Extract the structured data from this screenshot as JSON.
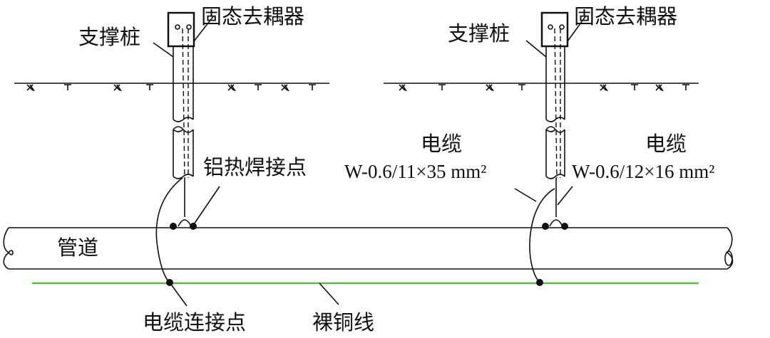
{
  "labels": {
    "left": {
      "support_pile": "支撑桩",
      "decoupler": "固态去耦器",
      "thermite_weld": "铝热焊接点",
      "pipeline": "管道",
      "cable_connection": "电缆连接点",
      "bare_copper": "裸铜线"
    },
    "right": {
      "support_pile": "支撑桩",
      "decoupler": "固态去耦器",
      "cable1_title": "电缆",
      "cable1_spec": "W-0.6/11×35 mm²",
      "cable2_title": "电缆",
      "cable2_spec": "W-0.6/12×16 mm²"
    }
  },
  "colors": {
    "bare_copper_wire": "#5cb84a",
    "line": "#111111"
  }
}
